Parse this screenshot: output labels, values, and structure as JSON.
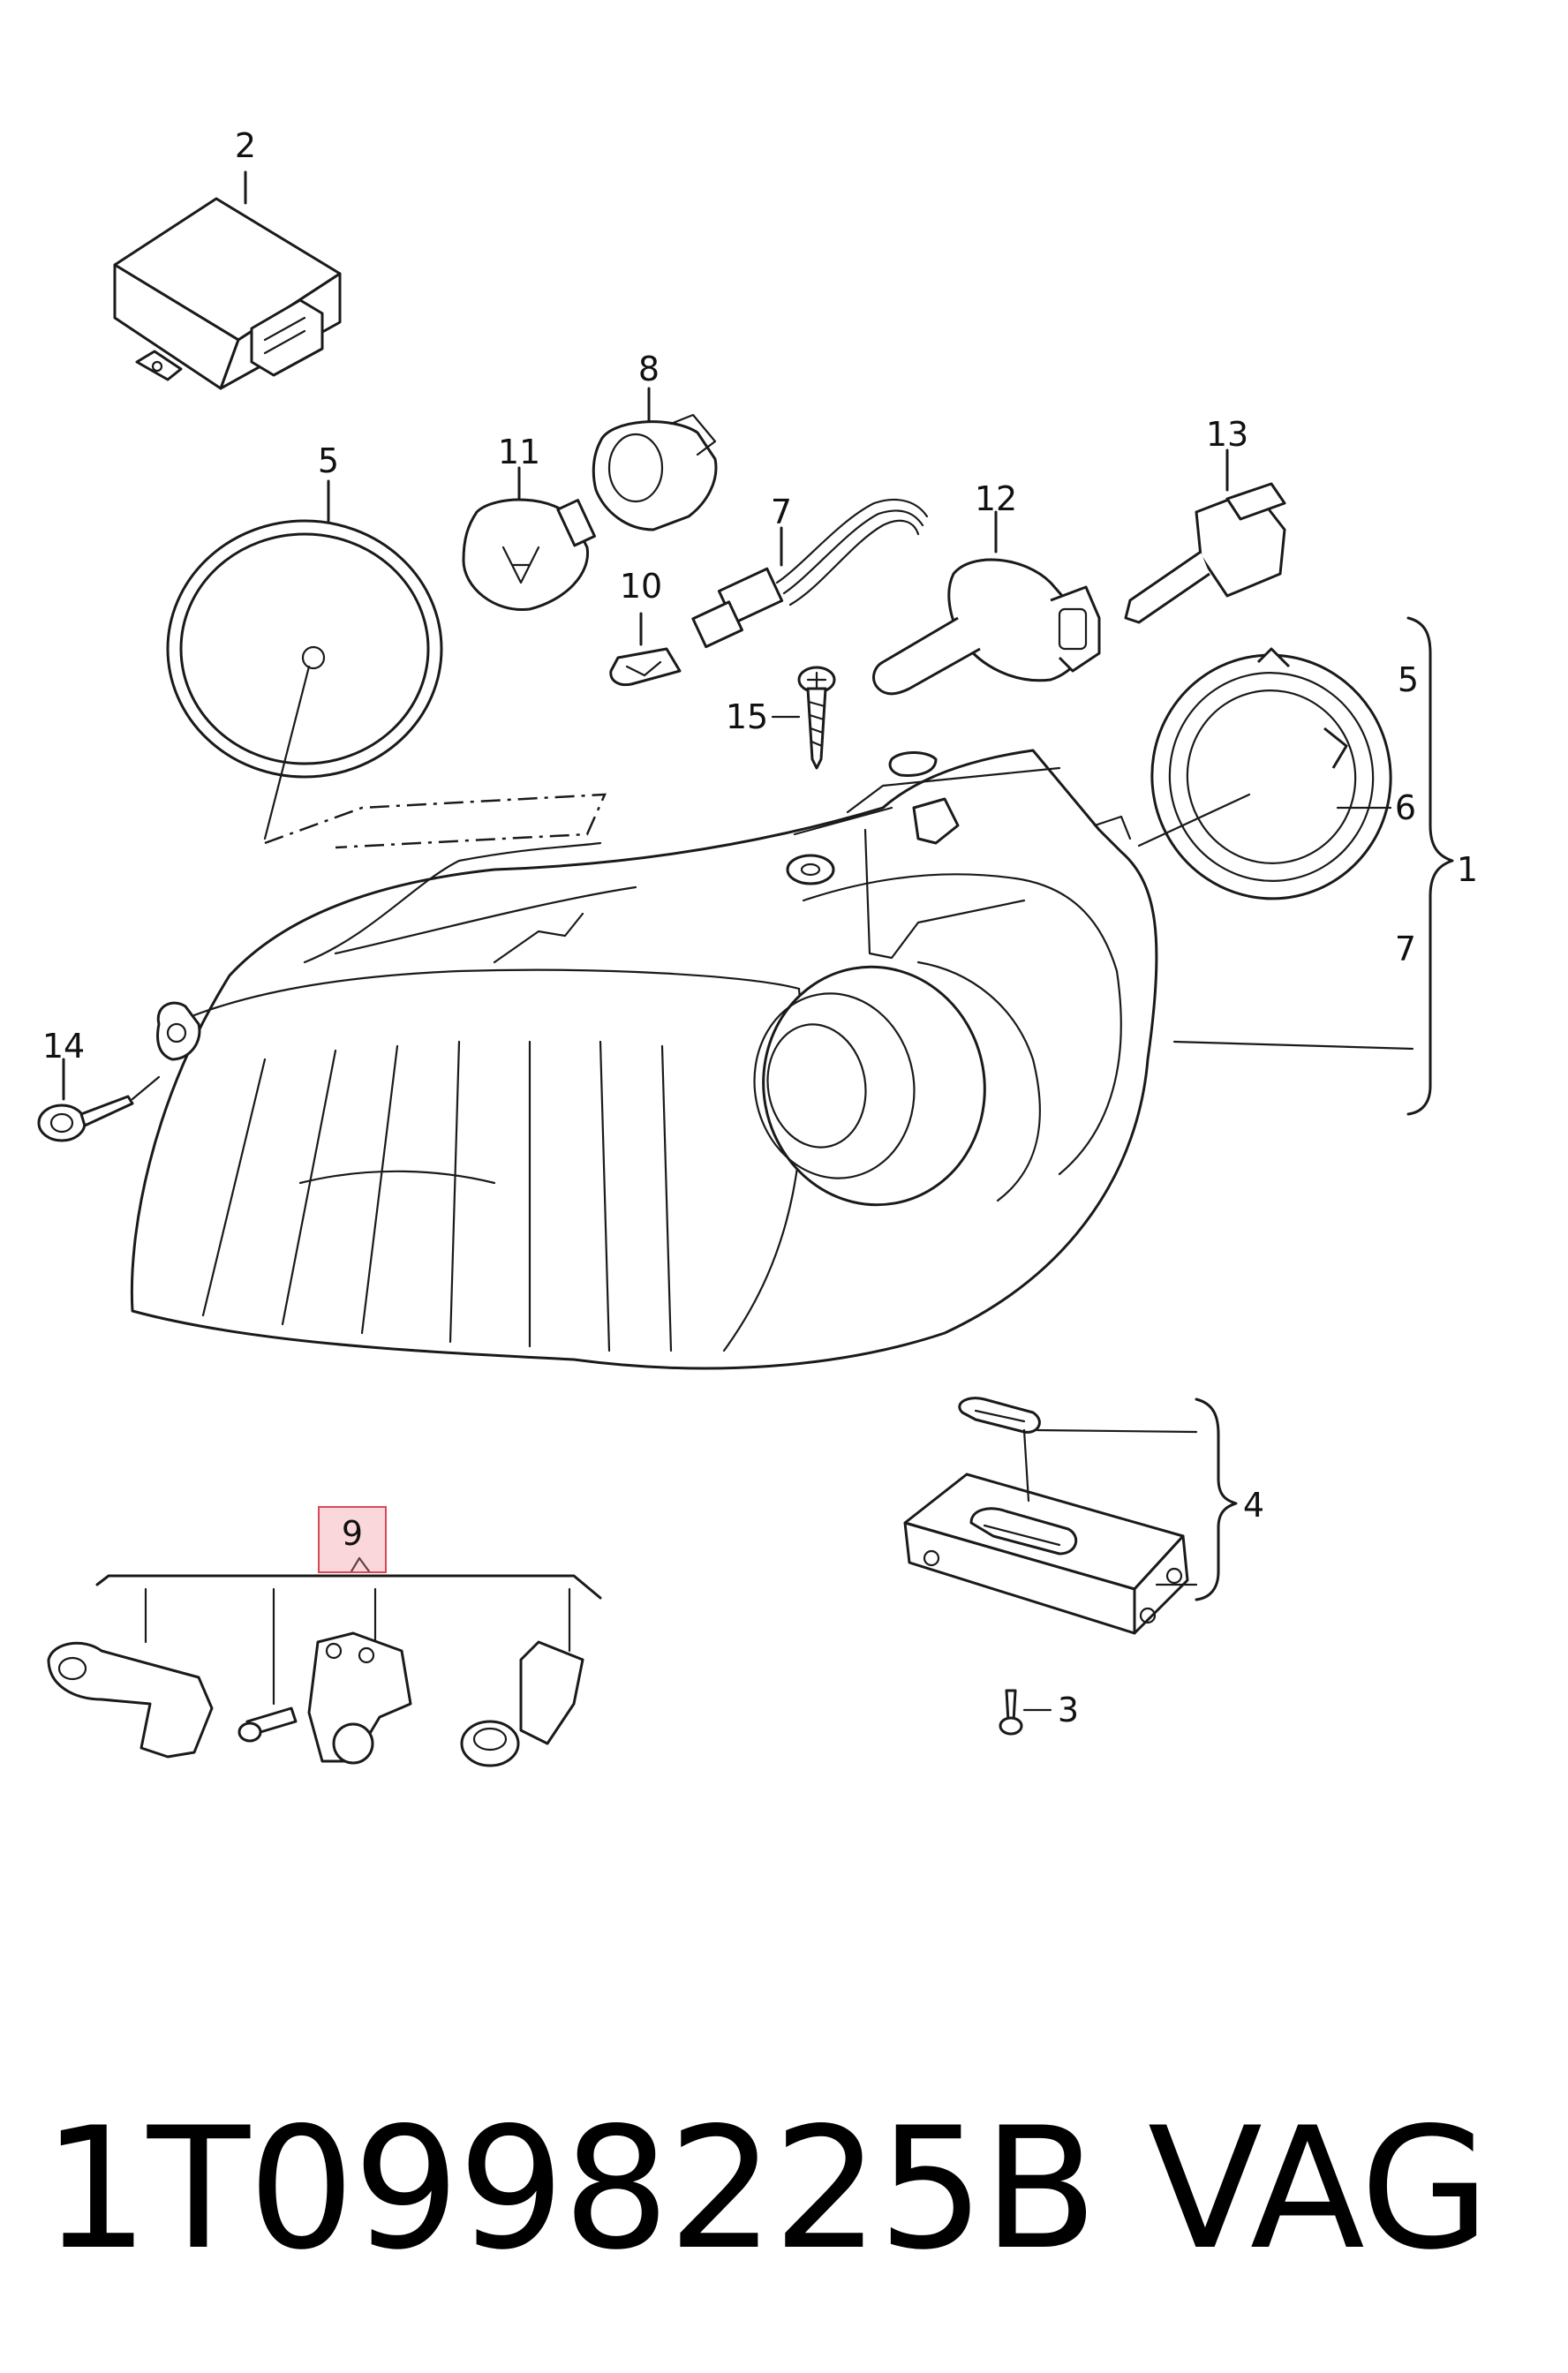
{
  "callouts": {
    "c1": "1",
    "c2": "2",
    "c3": "3",
    "c4": "4",
    "c5a": "5",
    "c5b": "5",
    "c6": "6",
    "c7a": "7",
    "c7b": "7",
    "c8": "8",
    "c9": "9",
    "c10": "10",
    "c11": "11",
    "c12": "12",
    "c13": "13",
    "c14": "14",
    "c15": "15"
  },
  "highlight": {
    "callout": "9",
    "color": "#d9485a"
  },
  "caption": {
    "part_number": "1T0998225B",
    "brand": "VAG"
  },
  "icons": [
    "control-unit",
    "bulb",
    "bulb-holder",
    "wiring-harness",
    "screw",
    "headlamp-assembly",
    "lamp-cap",
    "bracket-repair-kit",
    "ballast-unit"
  ]
}
